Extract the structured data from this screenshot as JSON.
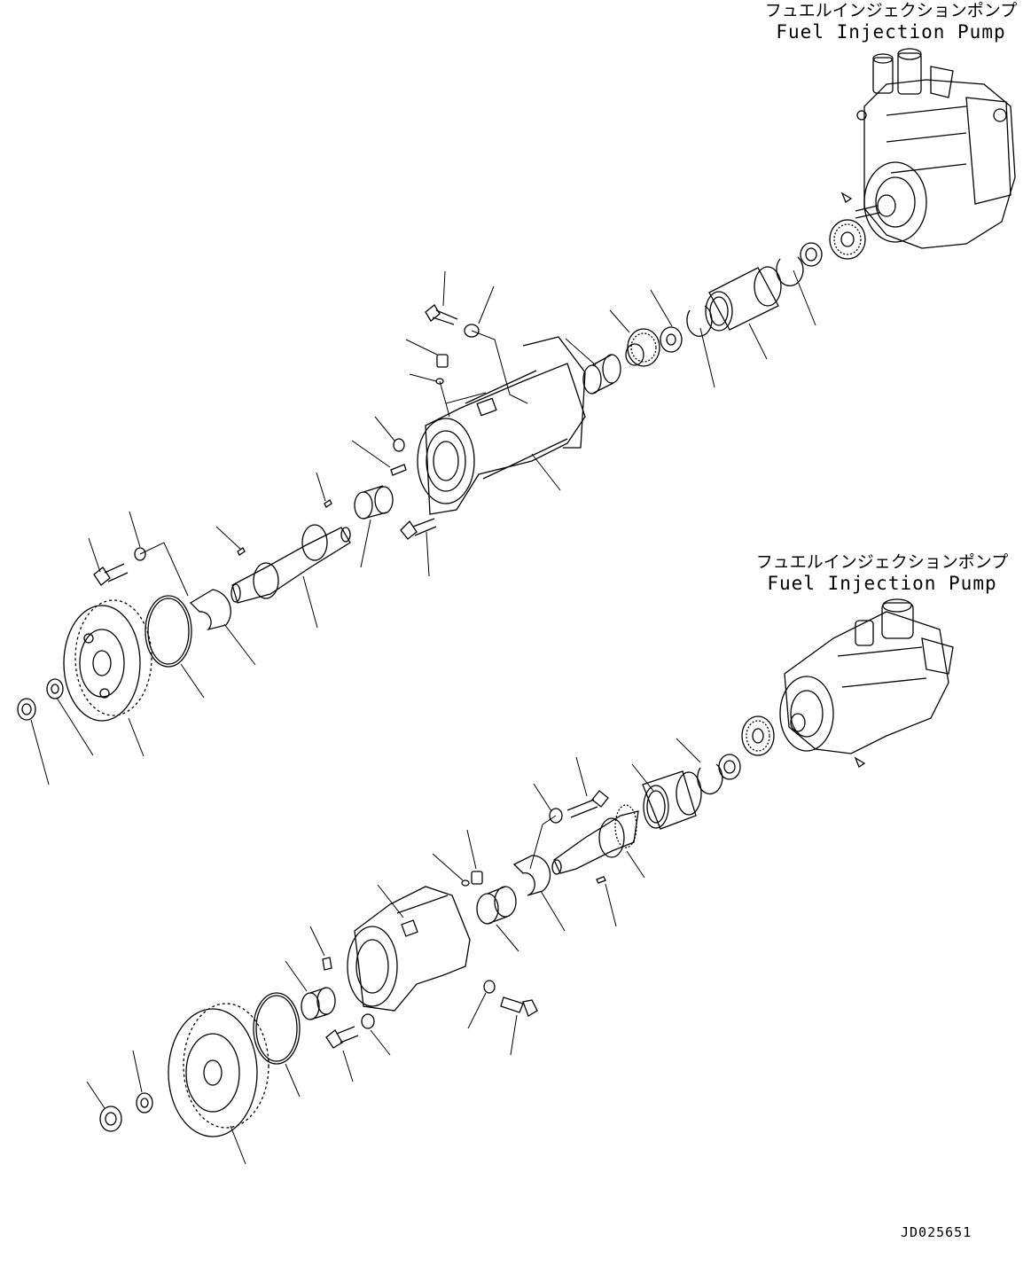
{
  "labels": {
    "top": {
      "jp": "フュエルインジェクションポンプ",
      "en": "Fuel Injection Pump"
    },
    "bottom": {
      "jp": "フュエルインジェクションポンプ",
      "en": "Fuel Injection Pump"
    }
  },
  "drawing_code": "JD025651",
  "colors": {
    "line": "#000000",
    "background": "#ffffff"
  }
}
